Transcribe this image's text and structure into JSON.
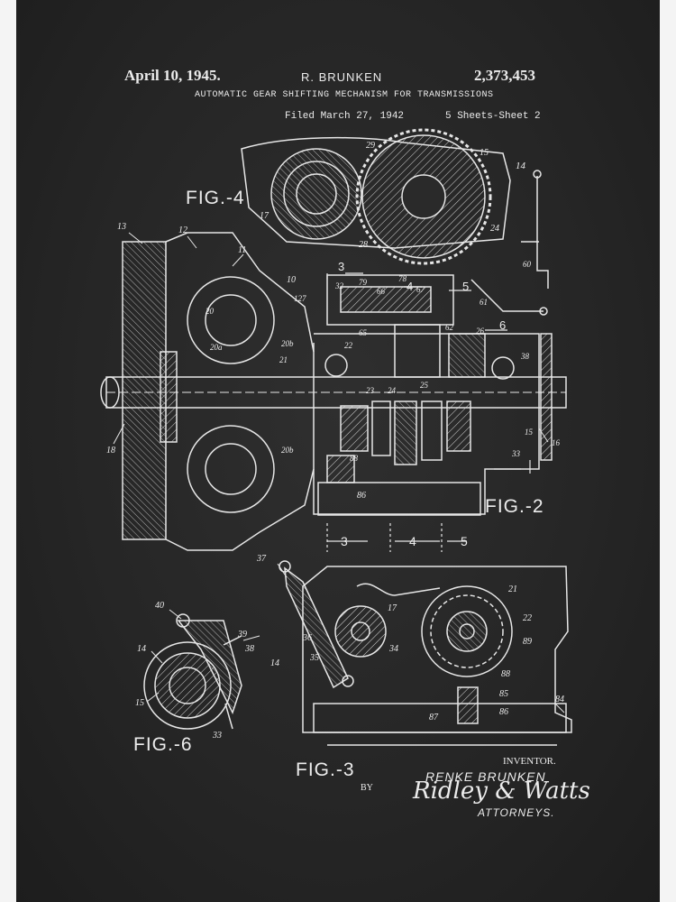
{
  "header": {
    "date": "April 10, 1945.",
    "inventor_name": "R. BRUNKEN",
    "patent_number": "2,373,453",
    "title": "AUTOMATIC GEAR SHIFTING MECHANISM FOR TRANSMISSIONS",
    "filed": "Filed March 27, 1942",
    "sheets": "5 Sheets-Sheet 2"
  },
  "figures": {
    "fig4": "FIG.-4",
    "fig2": "FIG.-2",
    "fig3": "FIG.-3",
    "fig6": "FIG.-6"
  },
  "section_marks": {
    "top": [
      "3",
      "4",
      "5",
      "6"
    ],
    "bottom": [
      "3",
      "4",
      "5"
    ]
  },
  "reference_numbers": {
    "fig4": [
      "29",
      "15",
      "14",
      "17",
      "28",
      "24"
    ],
    "fig2": [
      "13",
      "12",
      "11",
      "10",
      "127",
      "32",
      "79",
      "66",
      "78",
      "67",
      "61",
      "60",
      "20",
      "20a",
      "20b",
      "22",
      "21",
      "65",
      "62",
      "26",
      "23",
      "24",
      "25",
      "38",
      "18",
      "20b",
      "88",
      "86",
      "33",
      "15",
      "16"
    ],
    "fig3": [
      "37",
      "17",
      "21",
      "22",
      "89",
      "36",
      "35",
      "34",
      "14",
      "88",
      "85",
      "87",
      "86",
      "84"
    ],
    "fig6": [
      "40",
      "39",
      "38",
      "14",
      "15",
      "33"
    ]
  },
  "footer": {
    "inventor_label": "INVENTOR.",
    "inventor_full": "RENKE BRUNKEN",
    "by": "BY",
    "signature": "Ridley & Watts",
    "attorneys": "ATTORNEYS."
  },
  "colors": {
    "chalk": "#ececec",
    "board": "#262626",
    "margin": "#f4f4f4"
  }
}
